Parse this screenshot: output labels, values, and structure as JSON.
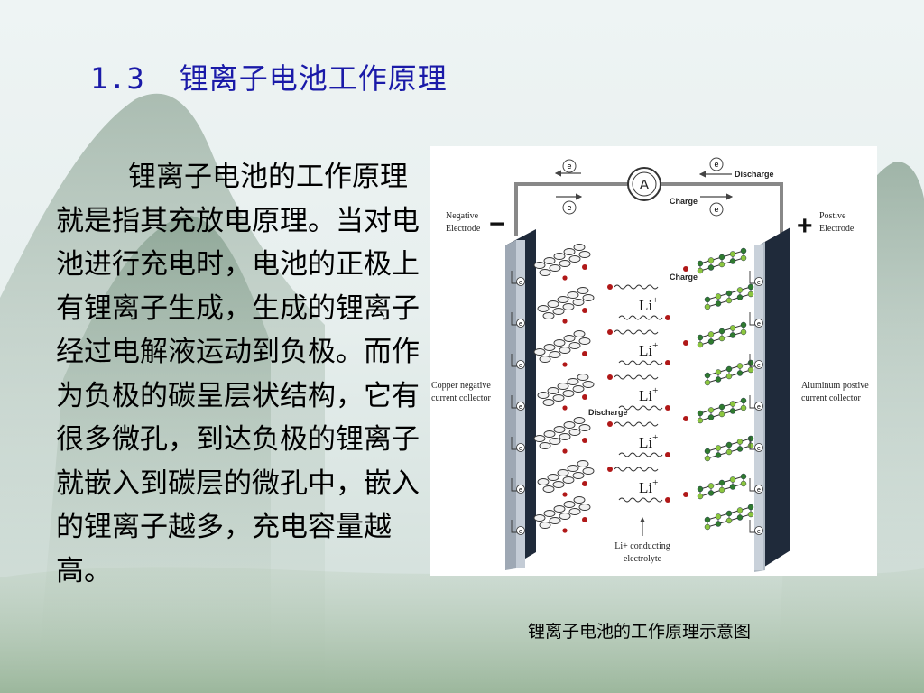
{
  "title": {
    "number": "1.3",
    "text": "锂离子电池工作原理"
  },
  "body": {
    "paragraph": "锂离子电池的工作原理就是指其充放电原理。当对电池进行充电时，电池的正极上有锂离子生成，生成的锂离子经过电解液运动到负极。而作为负极的碳呈层状结构，它有很多微孔，到达负极的锂离子就嵌入到碳层的微孔中，嵌入的锂离子越多，充电容量越高。"
  },
  "diagram": {
    "ammeter_symbol": "A",
    "electron_symbol": "e",
    "discharge_label": "Discharge",
    "charge_label": "Charge",
    "negative_sign": "−",
    "positive_sign": "+",
    "negative_electrode": [
      "Negative",
      "Electrode"
    ],
    "positive_electrode": [
      "Postive",
      "Electrode"
    ],
    "negative_collector": [
      "Copper negative",
      "current collector"
    ],
    "positive_collector": [
      "Aluminum postive",
      "current collector"
    ],
    "ion_label": "Li",
    "ion_charge": "+",
    "electrolyte_label": [
      "Li+ conducting",
      "electrolyte"
    ],
    "mid_charge_label": "Charge",
    "mid_discharge_label": "Discharge"
  },
  "caption": "锂离子电池的工作原理示意图"
}
